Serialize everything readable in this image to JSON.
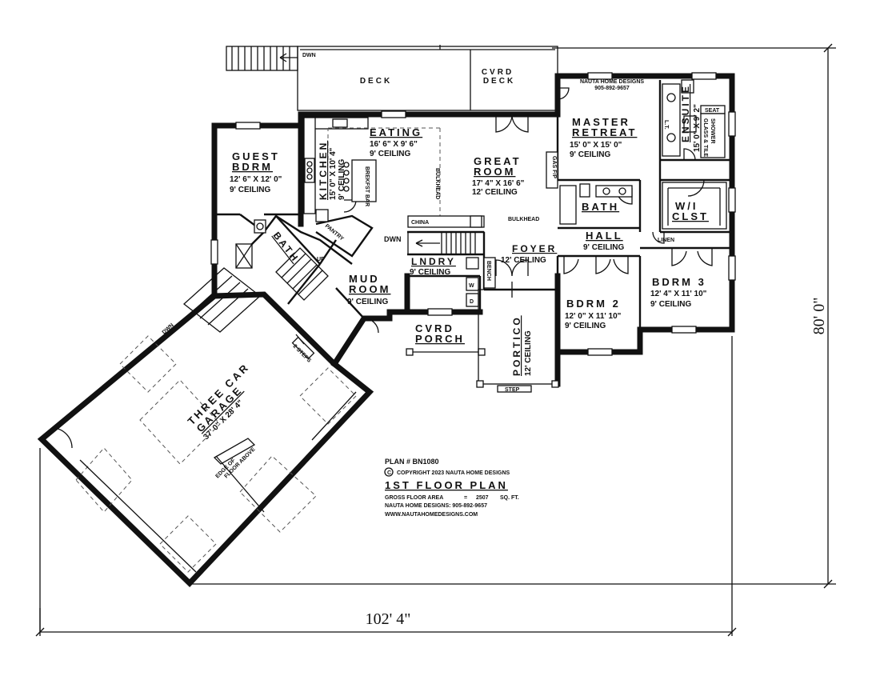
{
  "diagram": {
    "designer_header": {
      "line1": "NAUTA HOME DESIGNS",
      "line2": "905-892-9657"
    },
    "rooms": {
      "deck": {
        "name": "DECK"
      },
      "cvrd_deck": {
        "line1": "CVRD",
        "line2": "DECK"
      },
      "dwn_stair": {
        "label": "DWN"
      },
      "eating": {
        "name": "EATING",
        "dims": "16' 6\" X 9' 6\"",
        "ceiling": "9' CEILING"
      },
      "great_room": {
        "line1": "GREAT",
        "line2": "ROOM",
        "dims": "17' 4\" X 16' 6\"",
        "ceiling": "12' CEILING",
        "bulkhead_a": "BULKHEAD",
        "bulkhead_b": "BULKHEAD",
        "fireplace": "GAS F/P"
      },
      "kitchen": {
        "name": "KITCHEN",
        "dims": "15' 0\" X 10' 4\"",
        "ceiling": "9' CEILING",
        "bar": "BREKFST BAR"
      },
      "guest_bdrm": {
        "line1": "GUEST",
        "line2": "BDRM",
        "dims": "12' 6\" X 12' 0\"",
        "ceiling": "9' CEILING"
      },
      "pantry": {
        "name": "PANTRY"
      },
      "bath_guest": {
        "name": "BATH"
      },
      "master": {
        "line1": "MASTER",
        "line2": "RETREAT",
        "dims": "15' 0\" X 15' 0\"",
        "ceiling": "9' CEILING"
      },
      "ensuite": {
        "name": "ENSUITE",
        "dims": "15' 0\" X 9' 2\"",
        "seat": "SEAT",
        "shower1": "GLASS & TILE",
        "shower2": "SHOWER",
        "lt": "L.T."
      },
      "bath_hall": {
        "name": "BATH"
      },
      "wic": {
        "line1": "W/I",
        "line2": "CLST"
      },
      "hall": {
        "name": "HALL",
        "ceiling": "9' CEILING",
        "linen": "LINEN"
      },
      "china": {
        "name": "CHINA"
      },
      "stair_dwn": {
        "label": "DWN"
      },
      "foyer": {
        "name": "FOYER",
        "ceiling": "12' CEILING"
      },
      "lndry": {
        "name": "LNDRY",
        "ceiling": "9' CEILING",
        "w": "W",
        "d": "D",
        "bench": "BENCH"
      },
      "bdrm2": {
        "name": "BDRM 2",
        "dims": "12' 0\" X 11' 10\"",
        "ceiling": "9' CEILING"
      },
      "bdrm3": {
        "name": "BDRM 3",
        "dims": "12' 4\" X 11' 10\"",
        "ceiling": "9' CEILING"
      },
      "mud_room": {
        "line1": "MUD",
        "line2": "ROOM",
        "ceiling": "9' CEILING",
        "up": "UP"
      },
      "cvrd_porch": {
        "line1": "CVRD",
        "line2": "PORCH"
      },
      "portico": {
        "name": "PORTICO",
        "ceiling": "12' CEILING",
        "step": "STEP"
      },
      "garage": {
        "line1": "THREE CAR",
        "line2": "GARAGE",
        "dims": "37' 0\" X 28' 4\"",
        "dwn": "DWN",
        "steps": "2 STEPS",
        "edge1": "EDGE OF",
        "edge2": "FLOOR ABOVE"
      }
    },
    "title_block": {
      "plan_number": "PLAN # BN1080",
      "copyright_symbol": "C",
      "copyright": "COPYRIGHT 2023 NAUTA HOME DESIGNS",
      "title": "1ST FLOOR PLAN",
      "area_label": "GROSS FLOOR AREA",
      "area_eq": "=",
      "area_value": "2507",
      "area_unit": "SQ. FT.",
      "phone": "NAUTA HOME DESIGNS: 905-892-9657",
      "web": "WWW.NAUTAHOMEDESIGNS.COM"
    },
    "dimensions": {
      "width": "102' 4\"",
      "depth": "80' 0\""
    }
  }
}
